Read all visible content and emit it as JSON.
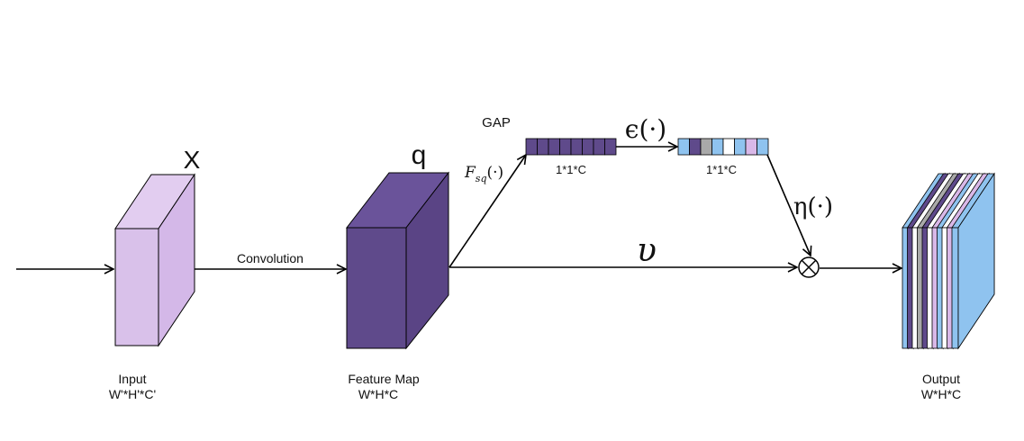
{
  "colors": {
    "input_front": "#d9c1ea",
    "input_side": "#d4b8e8",
    "feature_front": "#5f4a8b",
    "feature_side": "#5a4485",
    "line": "#000000",
    "vec_cells": [
      "#8fc3ef",
      "#5f4a8b",
      "#a9a9a9",
      "#8fc3ef",
      "#ffffff",
      "#8fc3ef",
      "#d9b8e8",
      "#8fc3ef"
    ],
    "out_slices": [
      "#8fc3ef",
      "#5f4a8b",
      "#ffffff",
      "#a9a9a9",
      "#5f4a8b",
      "#ffffff",
      "#d9b8e8",
      "#8fc3ef",
      "#ffffff",
      "#d9b8e8",
      "#8fc3ef"
    ]
  },
  "labels": {
    "input_title": "X",
    "input_caption_1": "Input",
    "input_caption_2": "W'*H'*C'",
    "convolution": "Convolution",
    "feature_title": "q",
    "feature_caption_1": "Feature Map",
    "feature_caption_2": "W*H*C",
    "gap": "GAP",
    "gap_vec_size": "1*1*C",
    "exc_vec_size": "1*1*C",
    "f_sq_main": "F",
    "f_sq_sub": "sq",
    "f_sq_arg": "(·)",
    "epsilon": "ϵ(·)",
    "eta": "η(·)",
    "v": "υ",
    "output_caption_1": "Output",
    "output_caption_2": "W*H*C"
  }
}
